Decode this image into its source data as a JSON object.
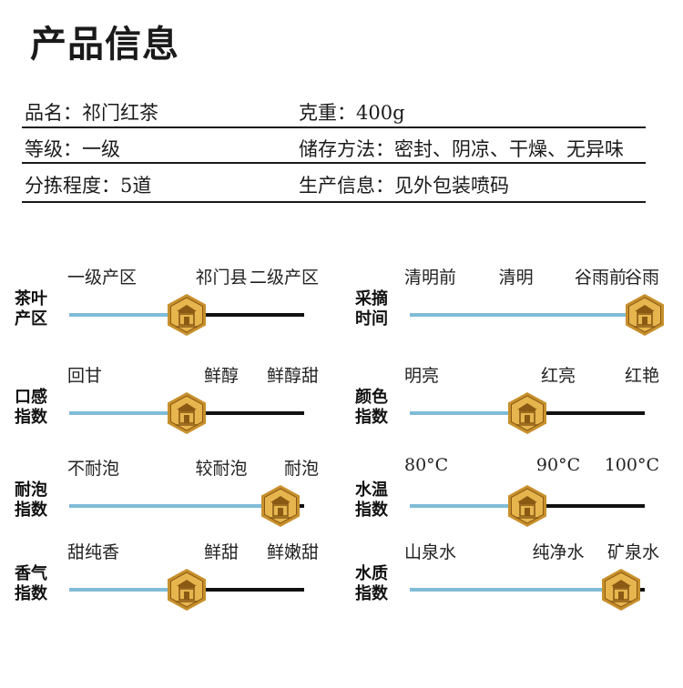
{
  "page": {
    "title": "产品信息",
    "info": [
      {
        "left": "品名：祁门红茶",
        "right": "克重：400g"
      },
      {
        "left": "等级：一级",
        "right": "储存方法：密封、阴凉、干燥、无异味"
      },
      {
        "left": "分拣程度：5道",
        "right": "生产信息：见外包装喷码"
      }
    ]
  },
  "scales": [
    {
      "label": "茶叶产区",
      "options": [
        "一级产区",
        "祁门县",
        "二级产区"
      ],
      "selected_index": 1,
      "level": 0.5
    },
    {
      "label": "采摘时间",
      "options": [
        "清明前",
        "清明",
        "谷雨前",
        "谷雨"
      ],
      "selected_index": 3,
      "level": 1.0
    },
    {
      "label": "口感指数",
      "options": [
        "回甘",
        "鲜醇",
        "鲜醇甜"
      ],
      "selected_index": 1,
      "level": 0.5
    },
    {
      "label": "颜色指数",
      "options": [
        "明亮",
        "红亮",
        "红艳"
      ],
      "selected_index": 1,
      "level": 0.5
    },
    {
      "label": "耐泡指数",
      "options": [
        "不耐泡",
        "较耐泡",
        "耐泡"
      ],
      "selected_index": 2,
      "level": 0.9
    },
    {
      "label": "水温指数",
      "options": [
        "80°C",
        "90°C",
        "100°C"
      ],
      "selected_index": 1,
      "level": 0.5
    },
    {
      "label": "香气指数",
      "options": [
        "甜纯香",
        "鲜甜",
        "鲜嫩甜"
      ],
      "selected_index": 1,
      "level": 0.5
    },
    {
      "label": "水质指数",
      "options": [
        "山泉水",
        "纯净水",
        "矿泉水"
      ],
      "selected_index": 2,
      "level": 0.9
    }
  ],
  "colors": {
    "track_filled": "#7fbcd8",
    "track_rest": "#111111",
    "badge": "#c8902c",
    "badge_light": "#e7b54e"
  },
  "icons": {
    "badge": "tea-house-hexagon-icon"
  }
}
